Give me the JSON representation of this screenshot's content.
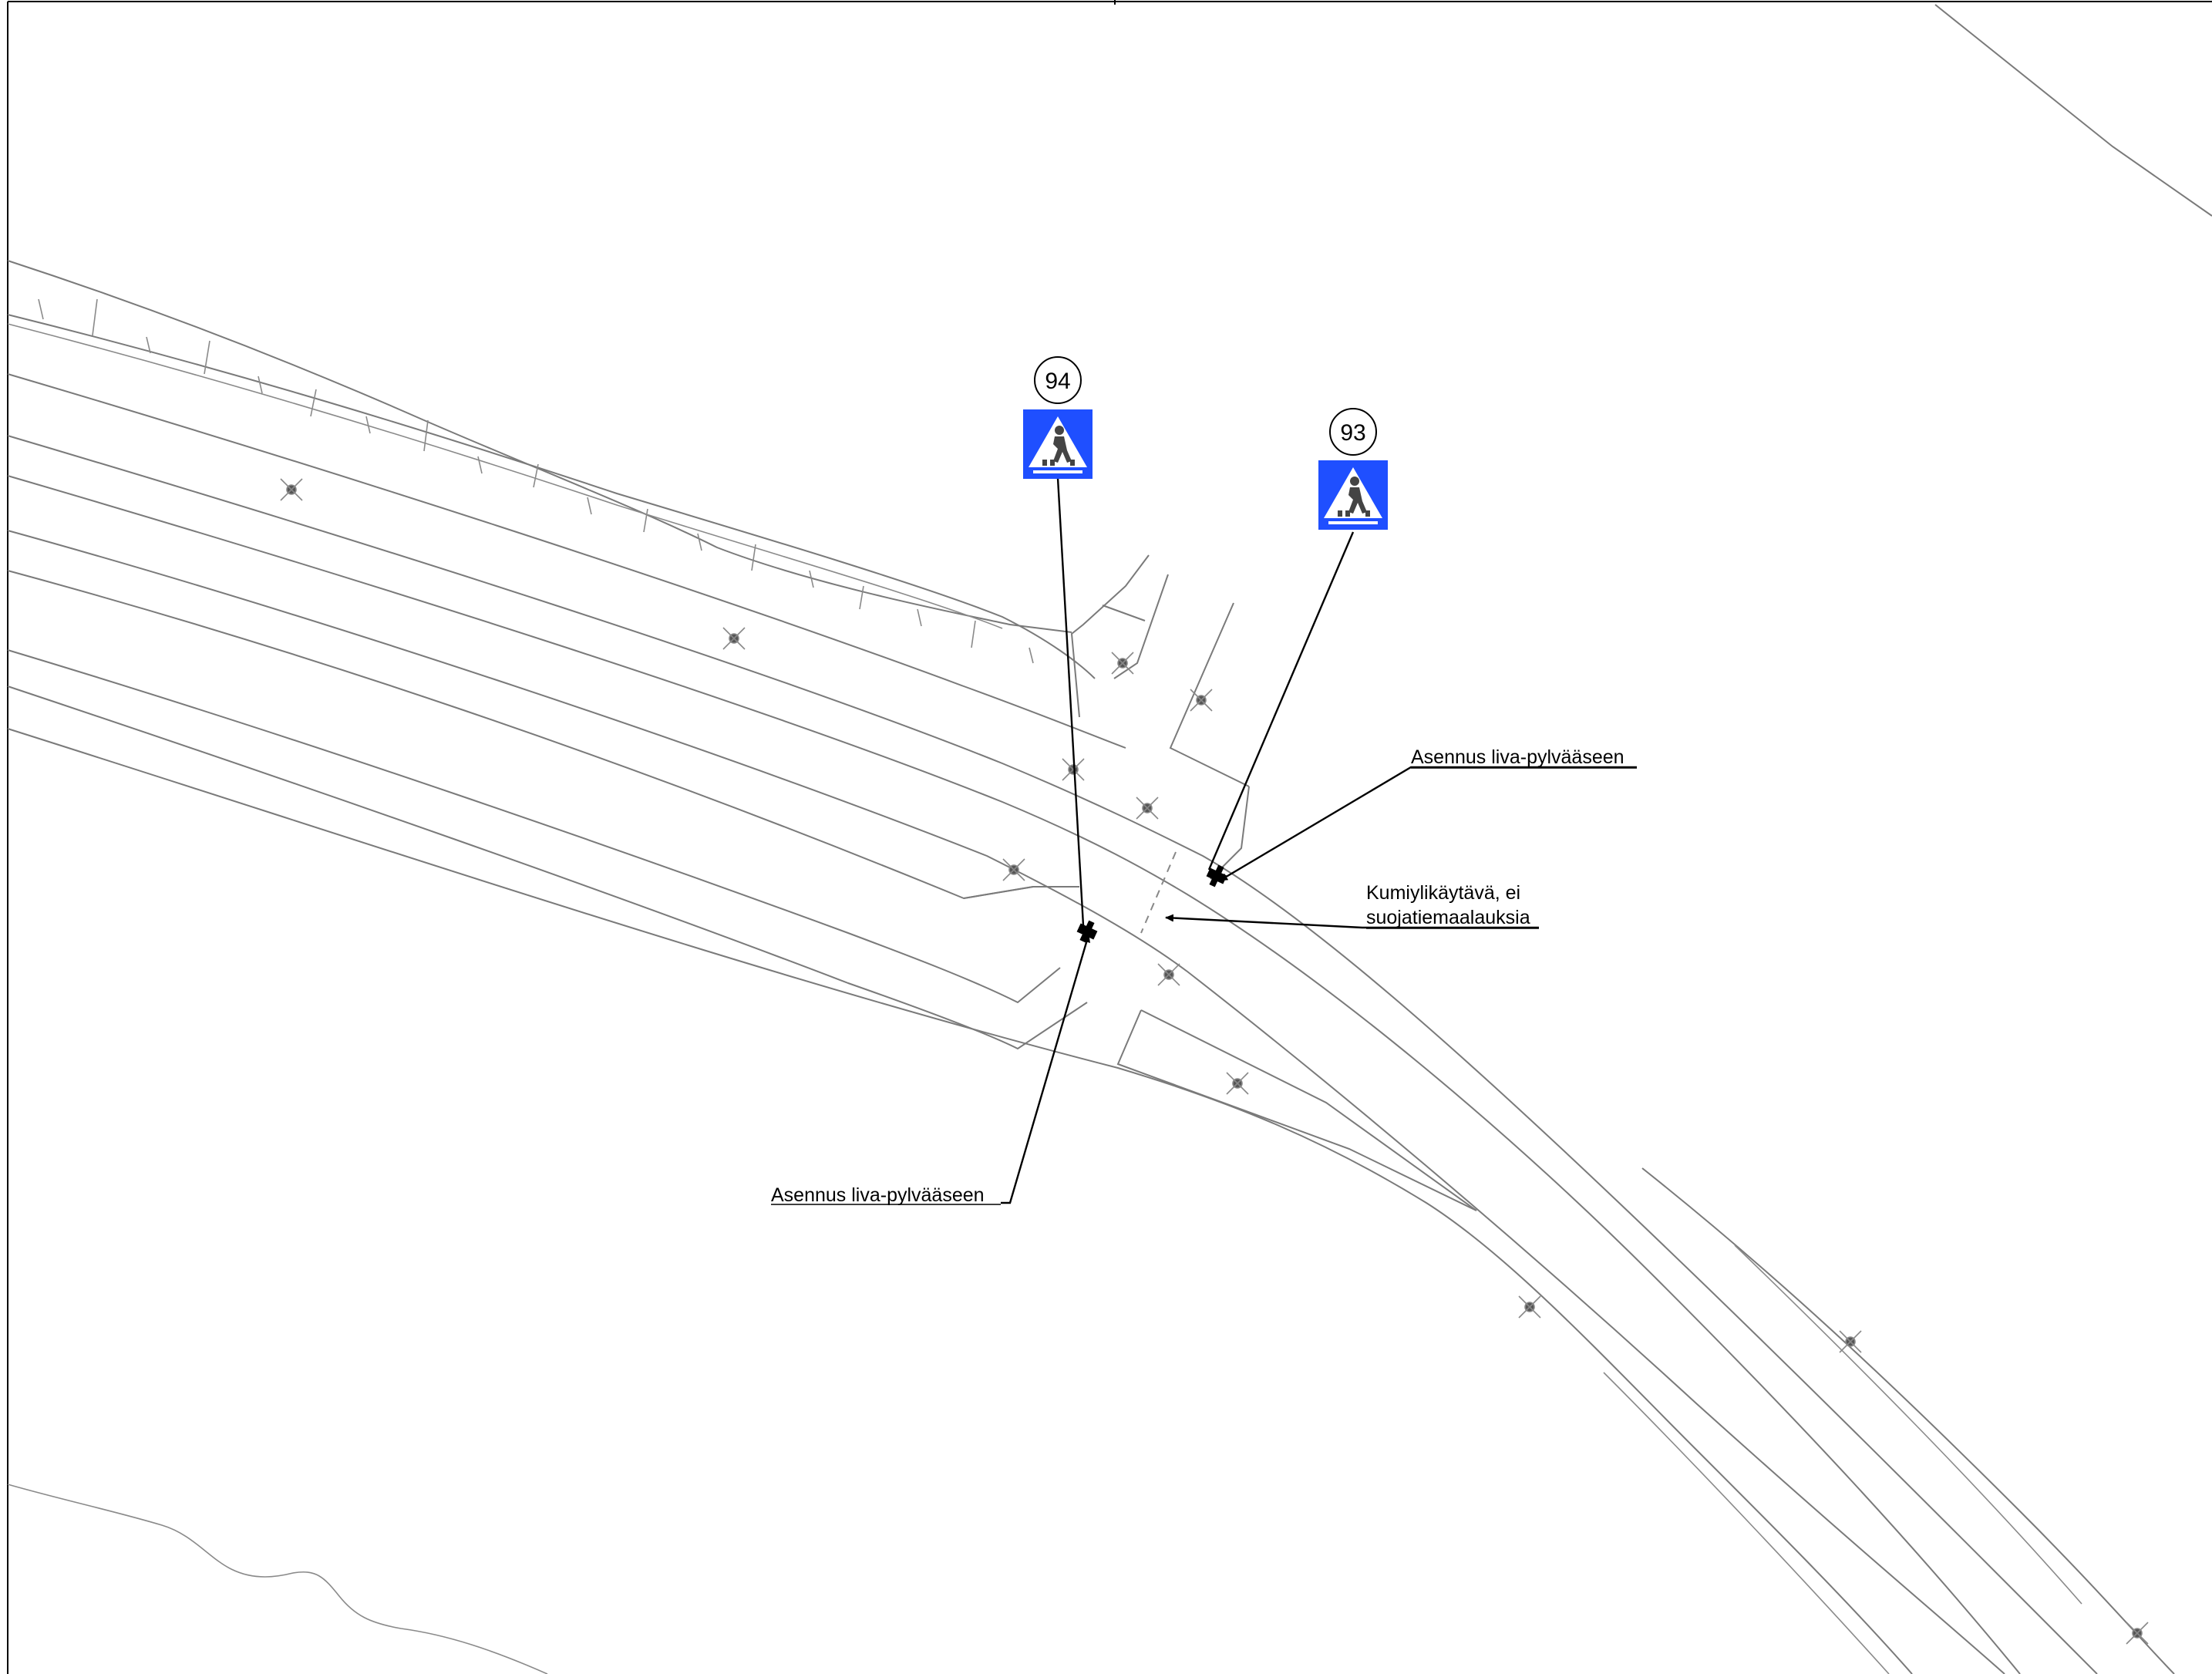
{
  "labels": {
    "mount_upper": "Asennus liva-pylvääseen",
    "mount_lower": "Asennus liva-pylvääseen",
    "crossing_line1": "Kumiylikäytävä, ei",
    "crossing_line2": "suojatiemaalauksia"
  },
  "signs": [
    {
      "number": "94",
      "icon": "pedestrian-crossing-sign-icon"
    },
    {
      "number": "93",
      "icon": "pedestrian-crossing-sign-icon"
    }
  ],
  "colors": {
    "sign_blue": "#1f4fff",
    "sign_white": "#ffffff",
    "road_line": "#7a7a7a",
    "pole_dot": "#555555",
    "leader": "#000000"
  }
}
